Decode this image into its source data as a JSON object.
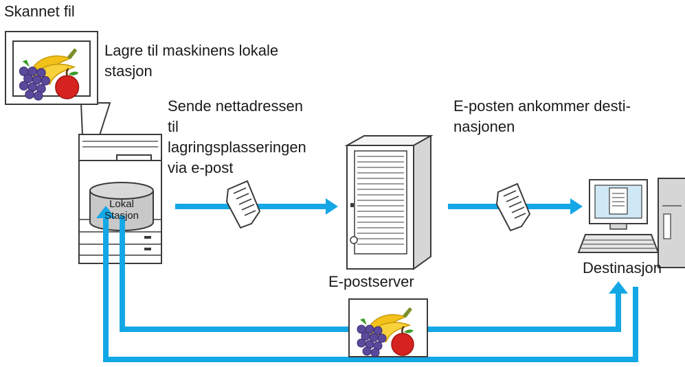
{
  "labels": {
    "scanned_file": "Skannet fil",
    "save_local_line1": "Lagre til maskinens lokale",
    "save_local_line2": "stasjon",
    "send_url_line1": "Sende nettadressen",
    "send_url_line2": "til",
    "send_url_line3": "lagringsplasseringen",
    "send_url_line4": "via e-post",
    "email_arrives_line1": "E-posten ankommer desti-",
    "email_arrives_line2": "nasjonen",
    "local_drive_line1": "Lokal",
    "local_drive_line2": "Stasjon",
    "email_server": "E-postserver",
    "destination": "Destinasjon"
  },
  "colors": {
    "arrow": "#14a7e6",
    "outline": "#3a3a3a",
    "drive_fill": "#c8c8c8",
    "monitor_screen": "#cfe8f5"
  },
  "icons": [
    "multifunction-printer-icon",
    "local-drive-icon",
    "email-document-icon",
    "email-server-icon",
    "desktop-computer-icon",
    "fruit-image-icon"
  ]
}
